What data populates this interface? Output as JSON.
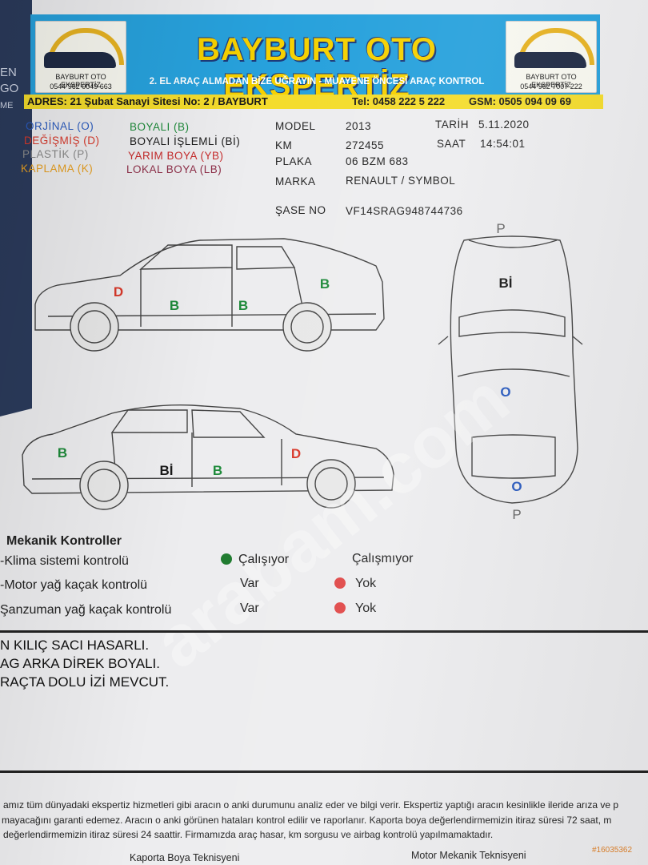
{
  "background_tab": {
    "letters": [
      "EN",
      "GO",
      "ME"
    ]
  },
  "header": {
    "title": "BAYBURT OTO EKSPERTİZ",
    "subtitle": "2. EL ARAÇ ALMADAN BİZE UĞRAYIN - MUAYENE ÖNCESİ ARAÇ KONTROL",
    "logo_text_left": "BAYBURT OTO EKSPERTİZ",
    "logo_phone_left": "0544 962 0049 663",
    "logo_text_right": "BAYBURT OTO EKSPERTİZ",
    "logo_phone_right": "0544 962 7007 222"
  },
  "address_bar": {
    "address": "ADRES: 21 Şubat Sanayi Sitesi No: 2 / BAYBURT",
    "tel": "Tel: 0458 222 5 222",
    "gsm": "GSM: 0505 094 09 69"
  },
  "legend": [
    {
      "label": "ORJİNAL (O)",
      "color": "#2a5bbf"
    },
    {
      "label": "DEĞİŞMİŞ (D)",
      "color": "#d8392b"
    },
    {
      "label": "PLASTİK (P)",
      "color": "#8a8a8a"
    },
    {
      "label": "KAPLAMA (K)",
      "color": "#e8a021"
    },
    {
      "label": "BOYALI (B)",
      "color": "#1e8a3a"
    },
    {
      "label": "BOYALI İŞLEMLİ (Bİ)",
      "color": "#1a1a1a"
    },
    {
      "label": "YARIM BOYA (YB)",
      "color": "#c72b2b"
    },
    {
      "label": "LOKAL BOYA (LB)",
      "color": "#8e2e48"
    }
  ],
  "vehicle_info": {
    "model_label": "MODEL",
    "model_value": "2013",
    "km_label": "KM",
    "km_value": "272455",
    "plaka_label": "PLAKA",
    "plaka_value": "06 BZM 683",
    "marka_label": "MARKA",
    "marka_value": "RENAULT /  SYMBOL",
    "sase_label": "ŞASE NO",
    "sase_value": "VF14SRAG948744736",
    "tarih_label": "TARİH",
    "tarih_value": "5.11.2020",
    "saat_label": "SAAT",
    "saat_value": "14:54:01"
  },
  "diagram_marks": {
    "side1_front_door": "D",
    "side1_mid1": "B",
    "side1_mid2": "B",
    "side1_rear": "B",
    "side2_rear": "B",
    "side2_mid1": "Bİ",
    "side2_mid2": "B",
    "side2_front": "D",
    "top_roof": "Bİ",
    "top_hood": "O",
    "top_front": "O",
    "top_rear_p": "P",
    "top_front_p": "P",
    "colors": {
      "D": "#d8392b",
      "B": "#1e8a3a",
      "Bi": "#1a1a1a",
      "O": "#2a5bbf",
      "P": "#666666"
    }
  },
  "mechanical": {
    "title": "Mekanik Kontroller",
    "rows": [
      {
        "label": "-Klima sistemi kontrolü",
        "opt1": "Çalışıyor",
        "opt2": "Çalışmıyor",
        "dot1_color": "#1e7a2e",
        "dot2_color": ""
      },
      {
        "label": "-Motor yağ kaçak kontrolü",
        "opt1": "Var",
        "opt2": "Yok",
        "dot1_color": "",
        "dot2_color": "#e04848"
      },
      {
        "label": "Şanzuman yağ kaçak kontrolü",
        "opt1": "Var",
        "opt2": "Yok",
        "dot1_color": "",
        "dot2_color": "#e04848"
      }
    ]
  },
  "notes": [
    "N KILIÇ SACI HASARLI.",
    "AG ARKA DİREK BOYALI.",
    "RAÇTA DOLU İZİ MEVCUT."
  ],
  "disclaimer": [
    "amız tüm dünyadaki ekspertiz hizmetleri gibi aracın o anki durumunu analiz eder ve bilgi verir. Ekspertiz yaptığı aracın kesinlikle ileride arıza ve p",
    "mayacağını garanti edemez. Aracın o anki görünen hataları kontrol edilir ve raporlanır. Kaporta boya değerlendirmemizin itiraz süresi 72 saat, m",
    "değerlendirmemizin itiraz süresi 24 saattir. Firmamızda araç hasar, km sorgusu ve airbag kontrolü yapılmamaktadır."
  ],
  "signatures": {
    "left": "Kaporta Boya Teknisyeni",
    "right": "Motor Mekanik Teknisyeni"
  },
  "stamp": "#16035362"
}
